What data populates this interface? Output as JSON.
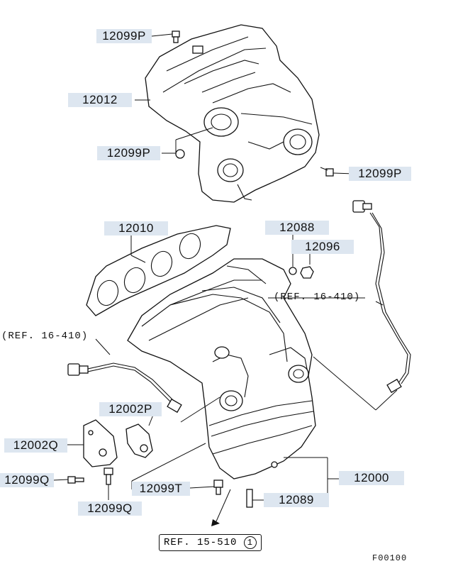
{
  "labels": {
    "p12099P_a": "12099P",
    "p12012": "12012",
    "p12099P_b": "12099P",
    "p12099P_c": "12099P",
    "p12010": "12010",
    "p12088": "12088",
    "p12096": "12096",
    "p12002P": "12002P",
    "p12002Q": "12002Q",
    "p12099Q_a": "12099Q",
    "p12099Q_b": "12099Q",
    "p12099T": "12099T",
    "p12000": "12000",
    "p12089": "12089"
  },
  "refs": {
    "ref_16_410_right": "(REF. 16-410)",
    "ref_16_410_left": "(REF. 16-410)",
    "ref_15_510": "REF. 15-510",
    "ref_15_510_circle": "1"
  },
  "figure_code": "F00100"
}
